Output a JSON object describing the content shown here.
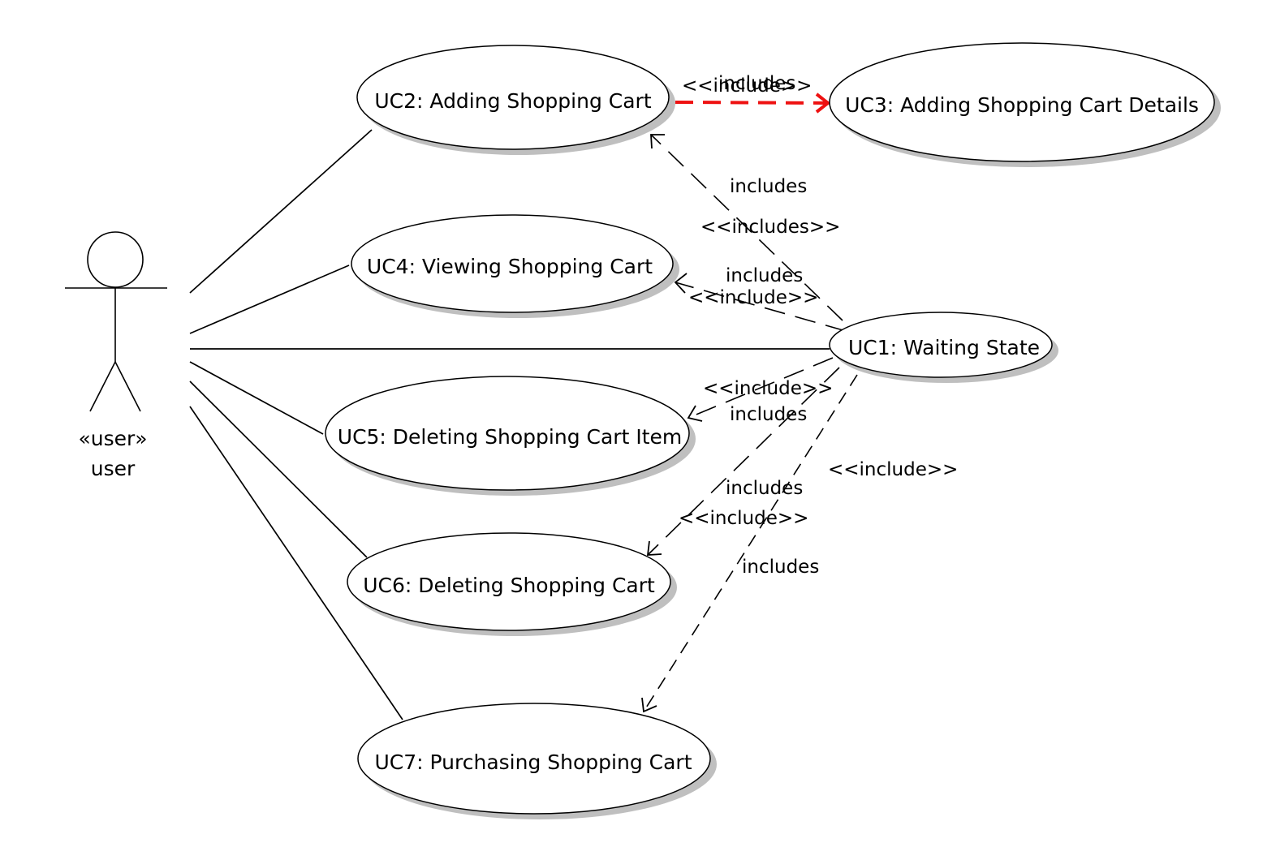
{
  "actor": {
    "stereotype": "«user»",
    "name": "user"
  },
  "use_cases": {
    "uc1": "UC1: Waiting State",
    "uc2": "UC2: Adding Shopping Cart",
    "uc3": "UC3: Adding Shopping Cart Details",
    "uc4": "UC4: Viewing Shopping Cart",
    "uc5": "UC5: Deleting Shopping Cart Item",
    "uc6": "UC6: Deleting Shopping Cart",
    "uc7": "UC7: Purchasing Shopping Cart"
  },
  "relations": {
    "uc2_uc3": {
      "label_a": "<<include>>",
      "label_b": "includes",
      "color": "#ee1111"
    },
    "uc1_uc2": {
      "label_a": "includes",
      "label_b": "<<includes>>"
    },
    "uc1_uc4": {
      "label_a": "includes",
      "label_b": "<<include>>"
    },
    "uc1_uc5": {
      "label_a": "<<include>>",
      "label_b": "includes"
    },
    "uc1_uc6": {
      "label_a": "includes",
      "label_b": "<<include>>"
    },
    "uc1_uc7": {
      "label_a": "<<include>>",
      "label_b": "includes"
    }
  }
}
